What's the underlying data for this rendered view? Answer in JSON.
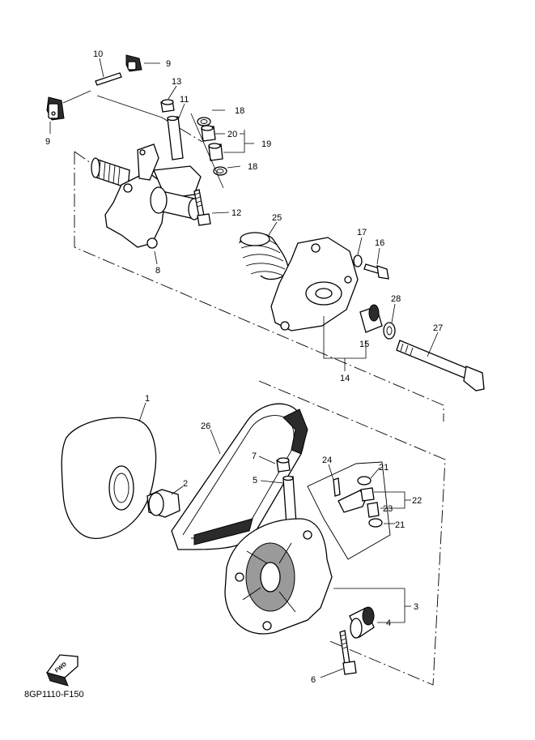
{
  "diagram_code": "8GP1110-F150",
  "fwd_label": "FWD",
  "callouts": {
    "p1": "1",
    "p2": "2",
    "p3": "3",
    "p4": "4",
    "p5": "5",
    "p6": "6",
    "p7": "7",
    "p8": "8",
    "p9a": "9",
    "p9b": "9",
    "p10": "10",
    "p11": "11",
    "p12": "12",
    "p13": "13",
    "p14": "14",
    "p15": "15",
    "p16": "16",
    "p17": "17",
    "p18a": "18",
    "p18b": "18",
    "p19": "19",
    "p20": "20",
    "p21a": "21",
    "p21b": "21",
    "p22": "22",
    "p23": "23",
    "p24": "24",
    "p25": "25",
    "p26": "26",
    "p27": "27",
    "p28": "28"
  },
  "colors": {
    "line": "#000000",
    "background": "#ffffff",
    "shade": "#2b2b2b"
  }
}
